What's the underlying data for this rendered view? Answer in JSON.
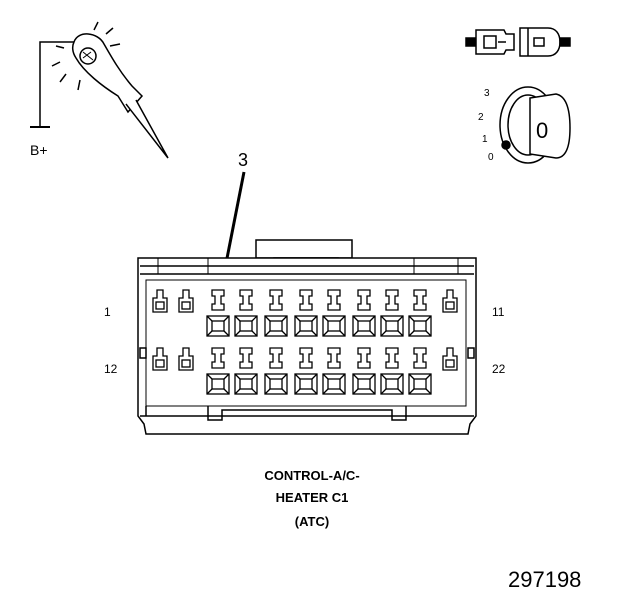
{
  "probe": {
    "supply_label": "B+"
  },
  "ignition": {
    "positions": [
      "3",
      "2",
      "1",
      "0"
    ],
    "key_label": "0"
  },
  "connector": {
    "callout": "3",
    "pin_start_top": "1",
    "pin_end_top": "11",
    "pin_start_bottom": "12",
    "pin_end_bottom": "22",
    "caption": [
      "CONTROL-A/C-",
      "HEATER C1",
      "(ATC)"
    ]
  },
  "figure_number": "297198"
}
